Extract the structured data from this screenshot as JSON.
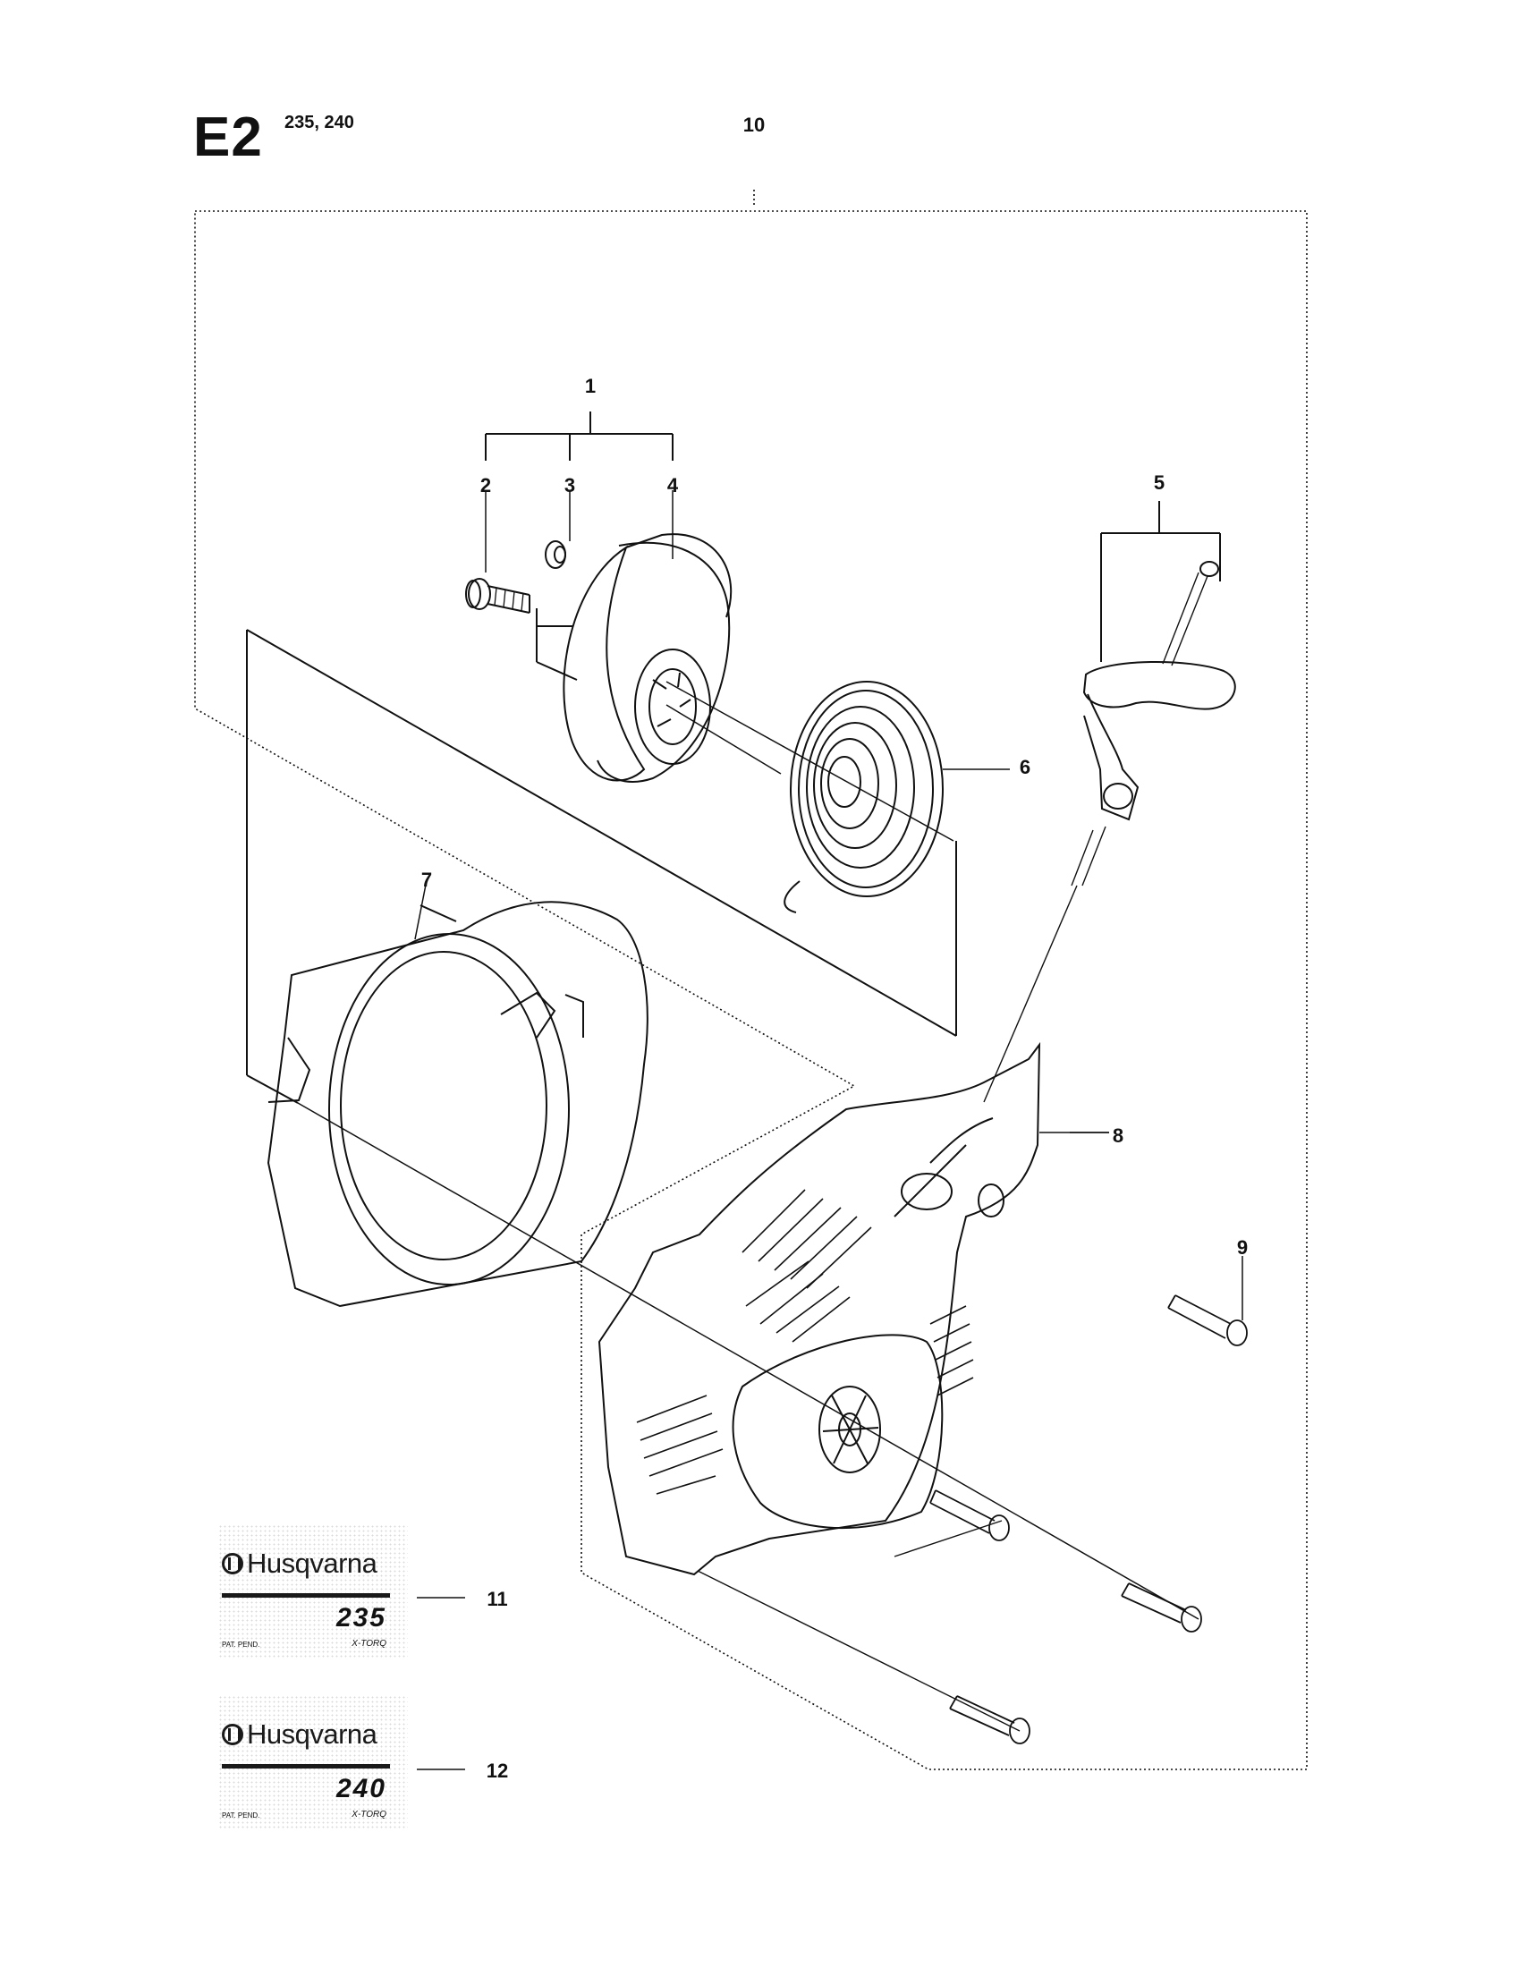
{
  "header": {
    "section_code": "E2",
    "models": "235, 240"
  },
  "callouts": [
    "1",
    "2",
    "3",
    "4",
    "5",
    "6",
    "7",
    "8",
    "9",
    "10",
    "11",
    "12"
  ],
  "decals": [
    {
      "brand": "Husqvarna",
      "model": "235",
      "patent": "PAT. PEND.",
      "series": "X-TORQ"
    },
    {
      "brand": "Husqvarna",
      "model": "240",
      "patent": "PAT. PEND.",
      "series": "X-TORQ"
    }
  ]
}
